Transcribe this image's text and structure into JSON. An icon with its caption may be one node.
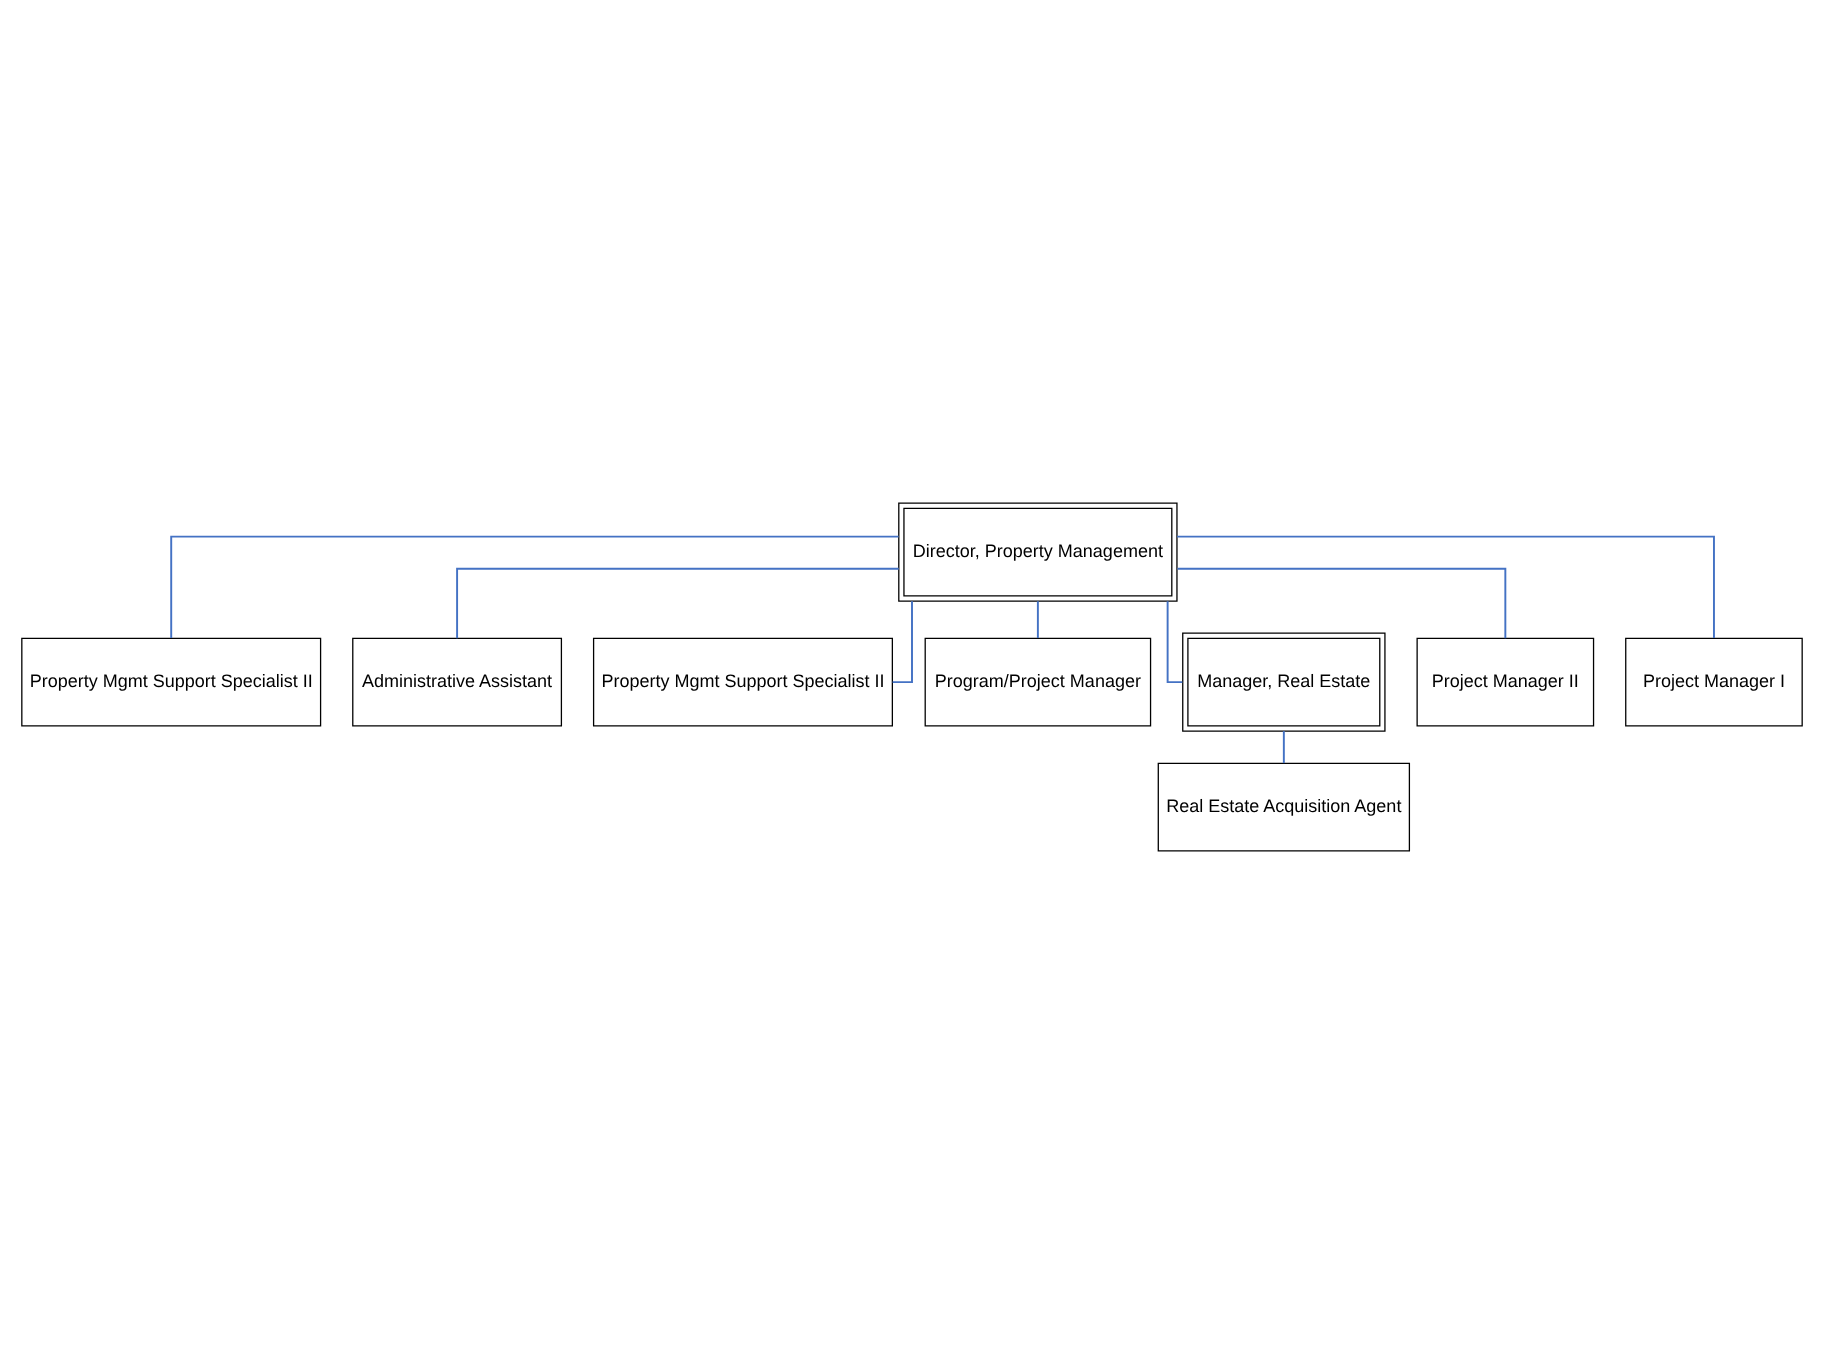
{
  "diagram": {
    "nodes": [
      {
        "text": [
          "Director, Property Management"
        ]
      },
      {
        "text": [
          "Property Mgmt Support Specialist II"
        ]
      },
      {
        "text": [
          "Administrative Assistant"
        ]
      },
      {
        "text": [
          "Property Mgmt Support Specialist II"
        ]
      },
      {
        "text": [
          "Program/Project Manager"
        ]
      },
      {
        "text": [
          "Manager, Real Estate"
        ]
      },
      {
        "text": [
          "Project Manager II"
        ]
      },
      {
        "text": [
          "Project Manager I"
        ]
      },
      {
        "text": [
          "Real Estate Acquisition Agent"
        ]
      }
    ],
    "edges": [
      {
        "from": 0,
        "to": 1,
        "arrow": "none"
      },
      {
        "from": 0,
        "to": 2,
        "arrow": "none"
      },
      {
        "from": 0,
        "to": 3,
        "arrow": "none"
      },
      {
        "from": 0,
        "to": 4,
        "arrow": "none"
      },
      {
        "from": 0,
        "to": 5,
        "arrow": "none"
      },
      {
        "from": 0,
        "to": 6,
        "arrow": "none"
      },
      {
        "from": 0,
        "to": 7,
        "arrow": "none"
      },
      {
        "from": 5,
        "to": 8,
        "arrow": "none"
      }
    ]
  }
}
